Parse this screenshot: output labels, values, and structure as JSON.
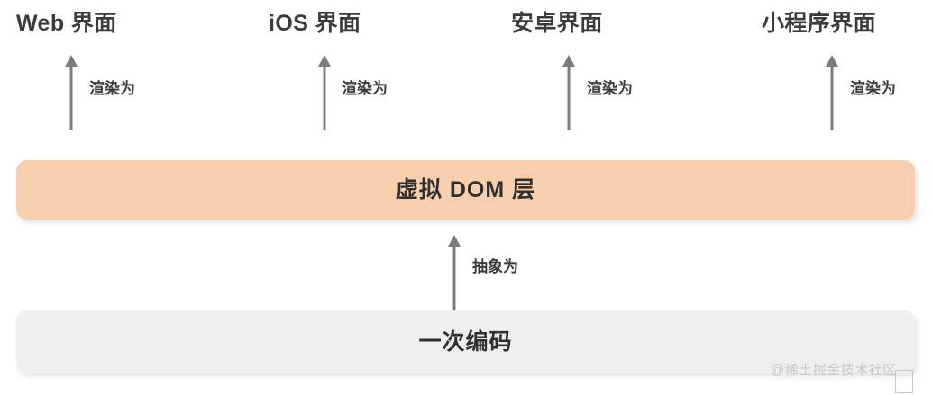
{
  "diagram": {
    "title": "Virtual DOM Layer Architecture",
    "colors": {
      "background": "#ffffff",
      "vdom_bar": "#F8CFAD",
      "code_bar": "#EFEFEF",
      "arrow": "#7c7c7c",
      "text": "#3b3b3b",
      "watermark": "#c3c3c3"
    },
    "platforms": [
      {
        "label": "Web 界面",
        "arrow_label": "渲染为",
        "arrow_direction": "up"
      },
      {
        "label": "iOS 界面",
        "arrow_label": "渲染为",
        "arrow_direction": "up"
      },
      {
        "label": "安卓界面",
        "arrow_label": "渲染为",
        "arrow_direction": "up"
      },
      {
        "label": "小程序界面",
        "arrow_label": "渲染为",
        "arrow_direction": "up"
      }
    ],
    "vdom_layer": {
      "label": "虚拟 DOM 层"
    },
    "abstraction_arrow": {
      "label": "抽象为",
      "arrow_direction": "up"
    },
    "code_layer": {
      "label": "一次编码"
    },
    "watermark": {
      "text": "@稀土掘金技术社区"
    }
  }
}
